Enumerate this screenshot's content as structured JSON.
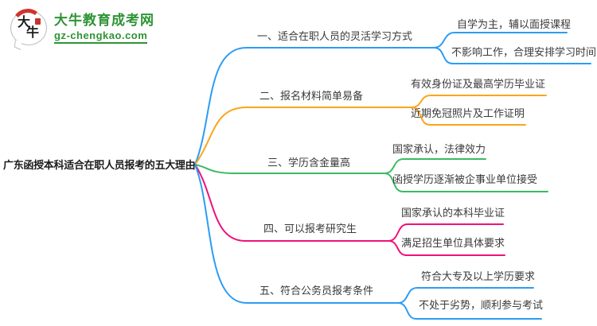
{
  "logo": {
    "bubble_char_1": "大",
    "bubble_char_2": "牛",
    "title": "大牛教育成考网",
    "url": "gz-chengkao.com",
    "brand_green": "#2e9435",
    "seal_red": "#c9302c"
  },
  "mindmap": {
    "root": {
      "label": "广东函授本科适合在职人员报考的五大理由"
    },
    "branches": [
      {
        "label": "一、适合在职人员的灵活学习方式",
        "color": "#2d9cf4",
        "children": [
          "自学为主，辅以面授课程",
          "不影响工作，合理安排学习时间"
        ]
      },
      {
        "label": "二、报名材料简单易备",
        "color": "#fba61b",
        "children": [
          "有效身份证及最高学历毕业证",
          "近期免冠照片及工作证明"
        ]
      },
      {
        "label": "三、学历含金量高",
        "color": "#3cba62",
        "children": [
          "国家承认，法律效力",
          "函授学历逐渐被企事业单位接受"
        ]
      },
      {
        "label": "四、可以报考研究生",
        "color": "#f01179",
        "children": [
          "国家承认的本科毕业证",
          "满足招生单位具体要求"
        ]
      },
      {
        "label": "五、符合公务员报考条件",
        "color": "#2d9cf4",
        "children": [
          "符合大专及以上学历要求",
          "不处于劣势，顺利参与考试"
        ]
      }
    ]
  }
}
